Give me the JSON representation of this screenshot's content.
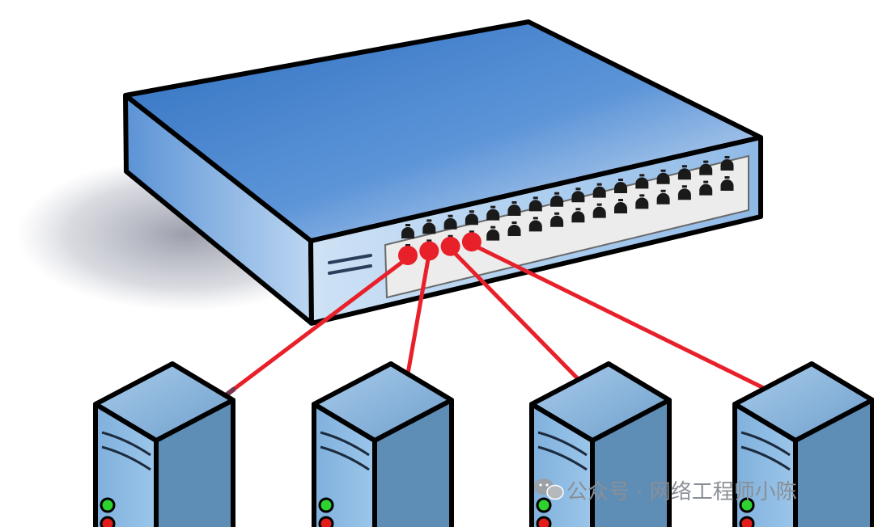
{
  "watermark": {
    "text": "公众号 · 网络工程师小陈",
    "icon": "wechat-icon"
  },
  "switch": {
    "port_rows": 2,
    "ports_per_row": 16,
    "connected_ports": 4
  },
  "servers": [
    {
      "id": "server-1"
    },
    {
      "id": "server-2"
    },
    {
      "id": "server-3"
    },
    {
      "id": "server-4"
    }
  ],
  "colors": {
    "switch_top": "#3f7fc8",
    "switch_side": "#9fc6ec",
    "server_front": "#8bb8df",
    "server_side": "#5e8db5",
    "cable": "#e8202a",
    "led_green": "#2fd32f",
    "led_red": "#e21b1b"
  }
}
